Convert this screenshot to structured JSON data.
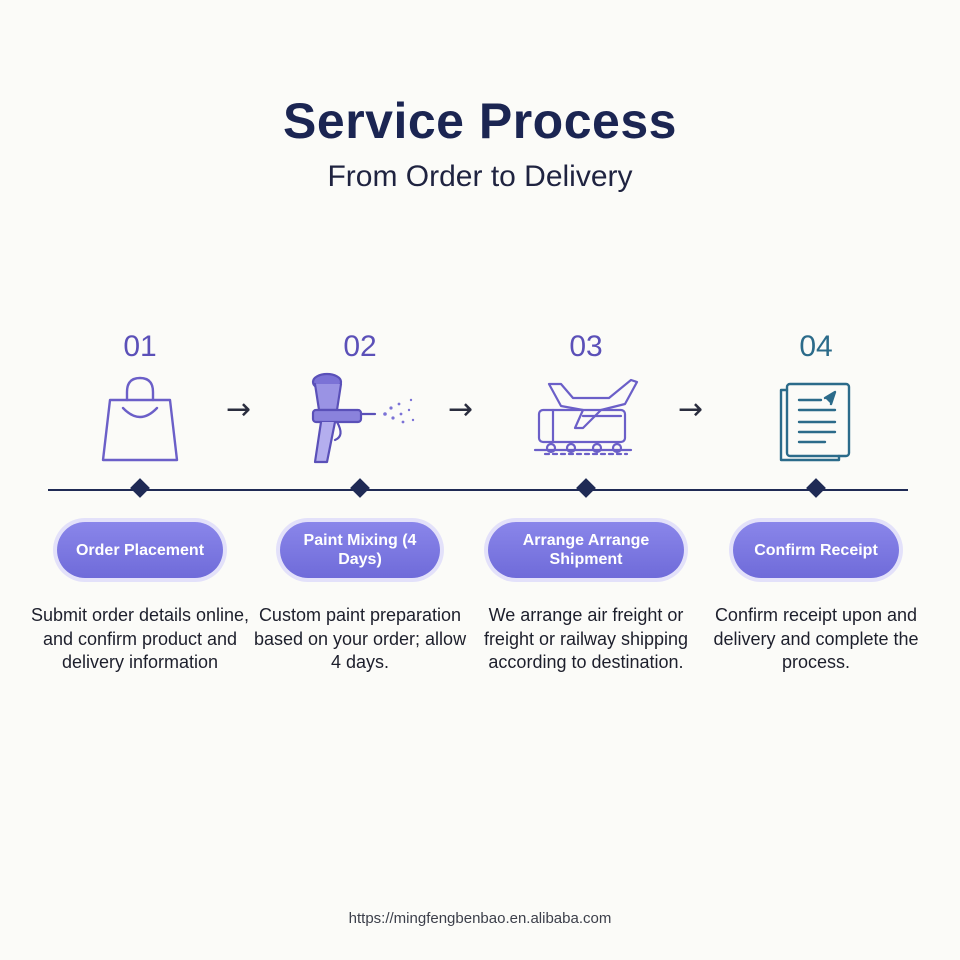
{
  "header": {
    "title": "Service Process",
    "subtitle": "From Order to Delivery"
  },
  "steps": [
    {
      "number": "01",
      "label": "Order Placement",
      "description": "Submit order details online, and confirm product and delivery information",
      "icon": "shopping-bag-icon",
      "number_color": "#5b50b8"
    },
    {
      "number": "02",
      "label": "Paint Mixing (4 Days)",
      "description": "Custom paint preparation based on your order; allow 4 days.",
      "icon": "spray-gun-icon",
      "number_color": "#5b50b8"
    },
    {
      "number": "03",
      "label": "Arrange Arrange Shipment",
      "description": "We arrange air freight or freight or railway shipping according to destination.",
      "icon": "plane-train-icon",
      "number_color": "#5b50b8"
    },
    {
      "number": "04",
      "label": "Confirm Receipt",
      "description": "Confirm receipt upon and delivery and complete the process.",
      "icon": "document-icon",
      "number_color": "#2b6b8a"
    }
  ],
  "arrow_glyph": "→",
  "footer": {
    "url": "https://mingfengbenbao.en.alibaba.com"
  },
  "colors": {
    "accent": "#7b77e3",
    "navy": "#1f2a55",
    "teal": "#2b6b8a"
  }
}
